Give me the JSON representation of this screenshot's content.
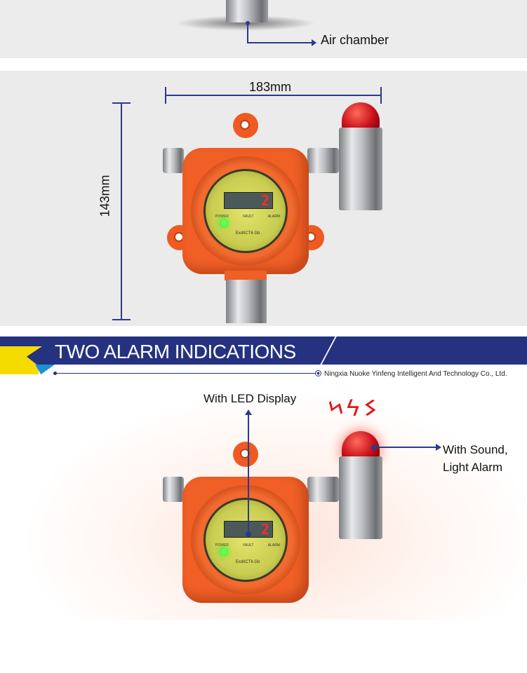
{
  "top_section": {
    "callout": "Air chamber"
  },
  "dimensions": {
    "width_label": "183mm",
    "height_label": "143mm"
  },
  "device": {
    "display_digit": "2",
    "indicators": [
      "POWER",
      "FAULT",
      "ALARM"
    ],
    "marking": "ExdIICT6 Gb"
  },
  "banner": {
    "title": "TWO ALARM INDICATIONS",
    "company": "Ningxia Nuoke Yinfeng Intelligent And Technology Co., Ltd.",
    "navy": "#243280",
    "yellow": "#f4dc00",
    "blue": "#1e8fd6"
  },
  "alarm_section": {
    "led_callout": "With LED Display",
    "sound_callout_line1": "With Sound,",
    "sound_callout_line2": "Light Alarm"
  }
}
